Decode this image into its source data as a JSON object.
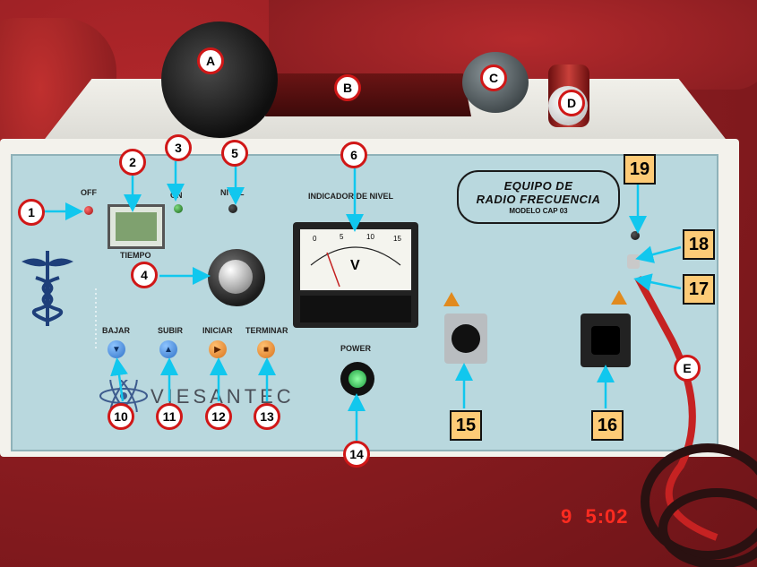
{
  "panel_text": {
    "off": "OFF",
    "on": "ON",
    "nivel": "NIVEL",
    "indicador": "INDICADOR DE NIVEL",
    "tiempo": "TIEMPO",
    "bajar": "BAJAR",
    "subir": "SUBIR",
    "iniciar": "INICIAR",
    "terminar": "TERMINAR",
    "power": "POWER",
    "meter_unit": "V",
    "meter_scale": [
      "0",
      "5",
      "10",
      "15"
    ],
    "brand": "VIESANTEC",
    "title_line1": "EQUIPO DE",
    "title_line2": "RADIO FRECUENCIA",
    "title_line3": "MODELO CAP 03"
  },
  "letter_callouts": [
    "A",
    "B",
    "C",
    "D",
    "E"
  ],
  "number_callouts": [
    "1",
    "2",
    "3",
    "4",
    "5",
    "6",
    "10",
    "11",
    "12",
    "13",
    "14"
  ],
  "square_callouts": [
    "15",
    "16",
    "17",
    "18",
    "19"
  ],
  "timestamp": "9  5:02",
  "colors": {
    "callout_circle_border": "#d01717",
    "callout_square_fill": "#fdcb77",
    "arrow_color": "#11c7ee",
    "panel_bg": "#b9d8de",
    "timestamp": "#ff2b20"
  }
}
